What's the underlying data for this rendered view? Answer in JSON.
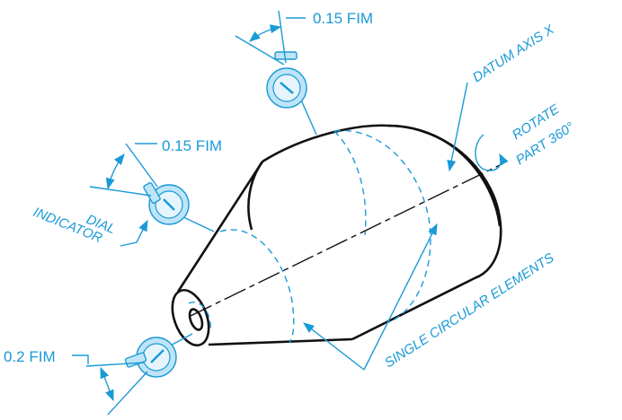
{
  "labels": {
    "fim_top": "0.15 FIM",
    "fim_mid": "0.15 FIM",
    "fim_bottom": "0.2 FIM",
    "datum_axis": "DATUM AXIS X",
    "rotate_line1": "ROTATE",
    "rotate_line2": "PART 360°",
    "dial_line1": "DIAL",
    "dial_line2": "INDICATOR",
    "single_circular": "SINGLE CIRCULAR ELEMENTS"
  },
  "colors": {
    "accent": "#1a9ad6",
    "outline": "#111111",
    "indicator_fill": "#bfe4f7"
  }
}
